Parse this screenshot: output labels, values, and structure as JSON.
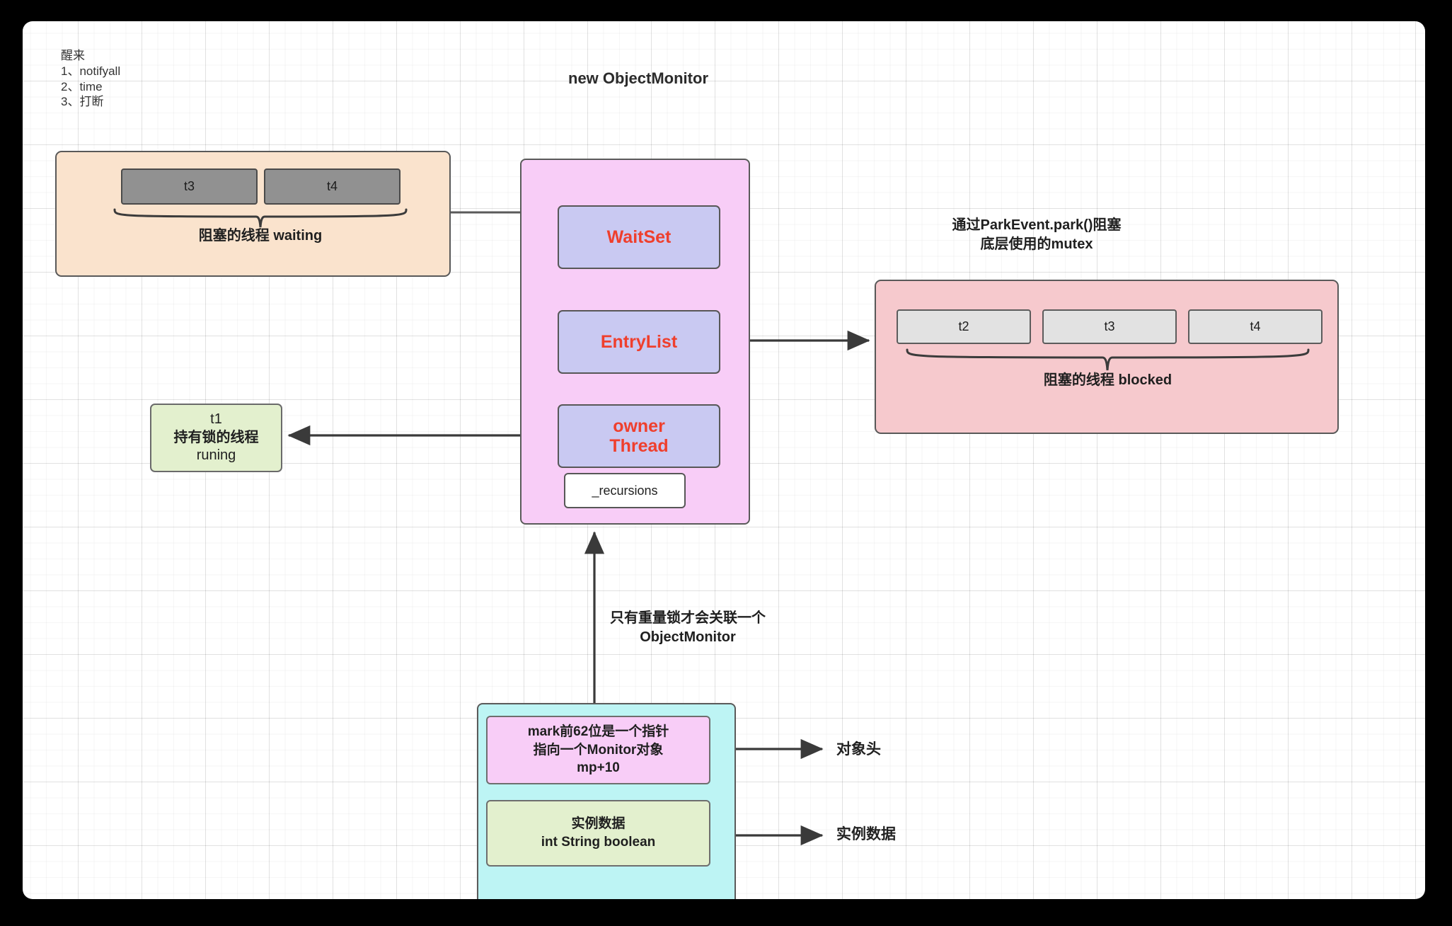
{
  "canvas": {
    "background": "#ffffff",
    "grid": true
  },
  "notes": {
    "wake": {
      "title": "醒来",
      "items": [
        "1、notifyall",
        "2、time",
        "3、打断"
      ]
    },
    "title_monitor": "new ObjectMonitor",
    "park": [
      "通过ParkEvent.park()阻塞",
      "底层使用的mutex"
    ],
    "heavy": [
      "只有重量锁才会关联一个",
      "ObjectMonitor"
    ]
  },
  "waiting_panel": {
    "threads": [
      "t3",
      "t4"
    ],
    "label": "阻塞的线程 waiting",
    "color": "#fae3cd"
  },
  "monitor": {
    "color": "#f8cdf7",
    "slots": [
      {
        "label": "WaitSet",
        "color": "#c9c9f2",
        "text_color": "#ef3f2d"
      },
      {
        "label": "EntryList",
        "color": "#c9c9f2",
        "text_color": "#ef3f2d"
      },
      {
        "label_line1": "owner",
        "label_line2": "Thread",
        "color": "#c9c9f2",
        "text_color": "#ef3f2d"
      }
    ],
    "recursions": "_recursions"
  },
  "blocked_panel": {
    "threads": [
      "t2",
      "t3",
      "t4"
    ],
    "label": "阻塞的线程 blocked",
    "color": "#f6c9cd"
  },
  "owner_thread_box": {
    "line1": "t1",
    "line2": "持有锁的线程",
    "line3": "runing",
    "color": "#e3f0ce"
  },
  "object_box": {
    "color": "#bdf4f4",
    "mark": [
      "mark前62位是一个指针",
      "指向一个Monitor对象",
      "mp+10"
    ],
    "mark_color": "#f8cdf7",
    "instance": [
      "实例数据",
      "int String boolean"
    ],
    "instance_color": "#e3f0ce"
  },
  "labels": {
    "object_header": "对象头",
    "instance_data": "实例数据"
  }
}
